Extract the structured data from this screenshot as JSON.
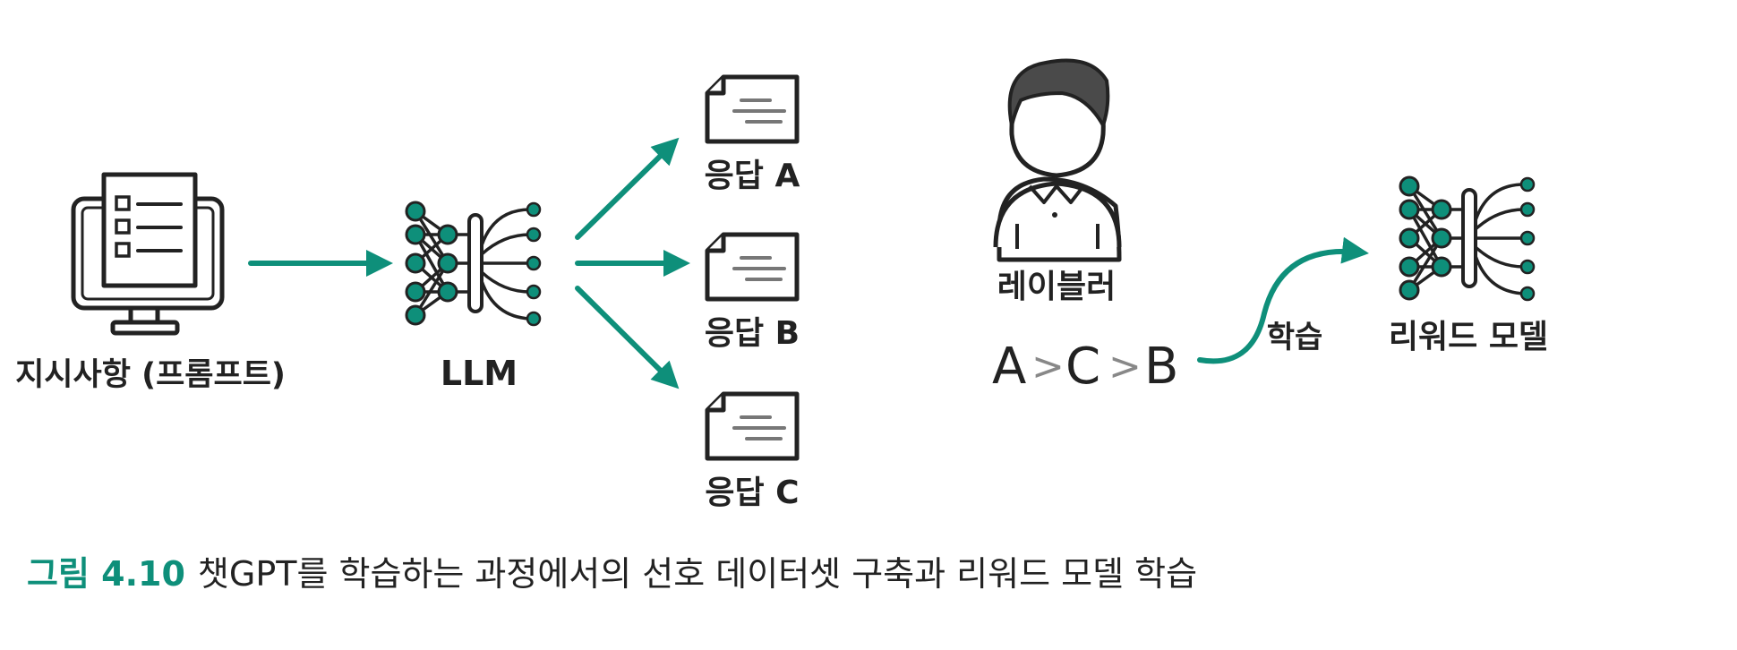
{
  "colors": {
    "accent": "#0e8f7a",
    "ink": "#222222",
    "gray": "#888888"
  },
  "labels": {
    "prompt": "지시사항 (프롬프트)",
    "llm": "LLM",
    "response_a": "응답 A",
    "response_b": "응답 B",
    "response_c": "응답 C",
    "labeler": "레이블러",
    "ranking_a": "A",
    "ranking_gt1": ">",
    "ranking_c": "C",
    "ranking_gt2": ">",
    "ranking_b": "B",
    "train": "학습",
    "reward_model": "리워드 모델"
  },
  "caption": {
    "number": "그림 4.10",
    "text": "챗GPT를 학습하는 과정에서의 선호 데이터셋 구축과 리워드 모델 학습"
  },
  "icons": [
    "monitor-checklist-icon",
    "neural-network-icon",
    "document-icon",
    "person-icon"
  ]
}
